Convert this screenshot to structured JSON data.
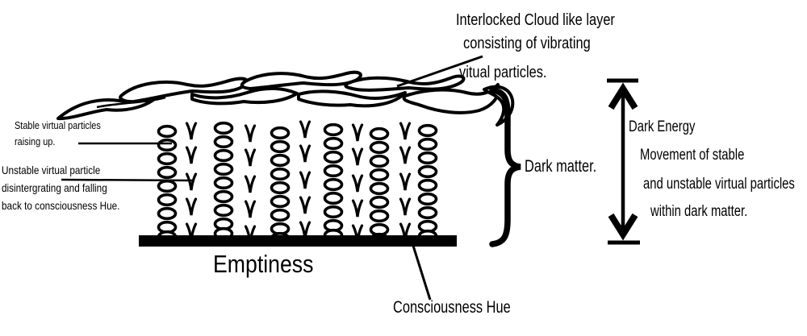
{
  "labels": {
    "cloud_layer": {
      "l1": "Interlocked Cloud like layer",
      "l2": "consisting of vibrating",
      "l3": "vitual particles."
    },
    "stable_particles": {
      "l1": "Stable virtual particles",
      "l2": "raising up."
    },
    "unstable_particle": {
      "l1": "Unstable virtual particle",
      "l2": "disintergrating and falling",
      "l3": "back to consciousness Hue."
    },
    "dark_matter": "Dark matter.",
    "dark_energy": {
      "l1": "Dark Energy",
      "l2": "Movement of stable",
      "l3": "and unstable virtual particles",
      "l4": "within dark matter."
    },
    "emptiness": "Emptiness",
    "consciousness_hue": "Consciousness Hue"
  },
  "colors": {
    "ink": "#000000",
    "background": "#ffffff"
  },
  "diagram": {
    "oval_columns_x": [
      207,
      277,
      347,
      413,
      470,
      530
    ],
    "oval_col_dy": [
      0,
      -4,
      2,
      -2,
      3,
      -1
    ],
    "oval_rows_y": [
      163,
      180,
      197,
      214,
      231,
      248,
      265,
      282,
      294
    ],
    "oval_rx": 10.5,
    "oval_ry": 6.3,
    "chevron_columns_x": [
      237,
      310,
      378,
      443,
      502
    ],
    "chevron_col_dy": [
      0,
      3,
      -2,
      2,
      0
    ],
    "chevron_rows_y": [
      164,
      194,
      227,
      258,
      289
    ]
  }
}
